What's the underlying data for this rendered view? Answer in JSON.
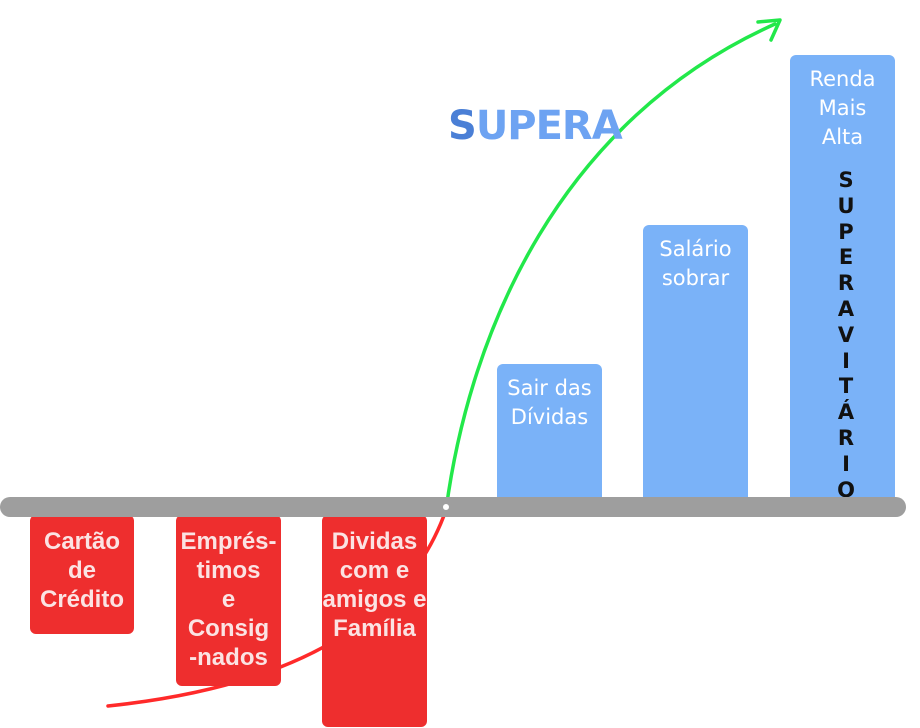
{
  "logo": {
    "first_letter": "S",
    "rest": "UPERA"
  },
  "stages_negative": [
    {
      "label": "Cartão\nde\nCrédito"
    },
    {
      "label": "Emprés-\ntimos\ne\nConsig\n-nados"
    },
    {
      "label": "Dividas\ncom e\namigos e\nFamília"
    }
  ],
  "stages_positive": [
    {
      "label": "Sair das\nDívidas"
    },
    {
      "label": "Salário\nsobrar"
    },
    {
      "label": "Renda\nMais\nAlta"
    }
  ],
  "vertical_word": "S\nU\nP\nE\nR\nA\nV\nI\nT\nÁ\nR\nI\nO",
  "colors": {
    "negative": "#ee2e2e",
    "positive": "#7ab2f8",
    "baseline": "#9e9e9e",
    "arrow_red": "#ff2a2a",
    "arrow_green": "#22e84a"
  }
}
